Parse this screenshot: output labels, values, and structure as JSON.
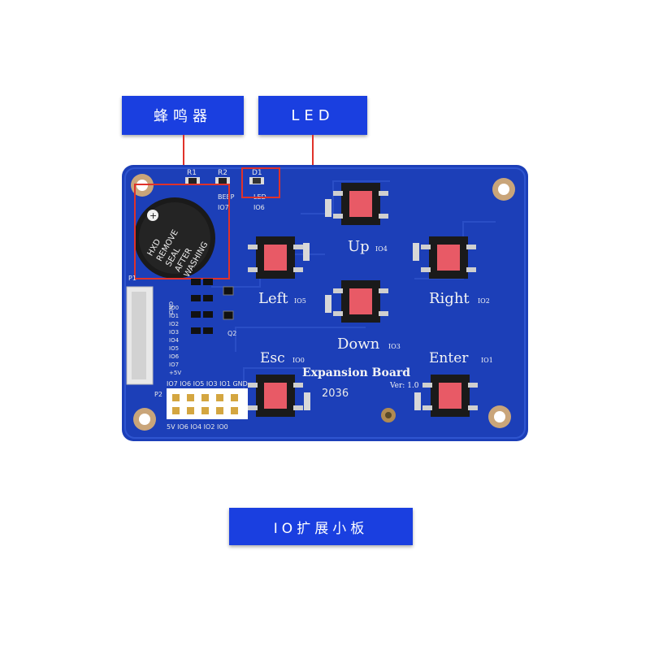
{
  "labels": {
    "buzzer": "蜂鸣器",
    "led": "LED",
    "caption": "IO扩展小板"
  },
  "board": {
    "title": "Expansion Board",
    "version": "Ver: 1.0",
    "date_code": "2036",
    "buttons": {
      "up": {
        "name": "Up",
        "io": "IO4"
      },
      "left": {
        "name": "Left",
        "io": "IO5"
      },
      "right": {
        "name": "Right",
        "io": "IO2"
      },
      "down": {
        "name": "Down",
        "io": "IO3"
      },
      "esc": {
        "name": "Esc",
        "io": "IO0"
      },
      "enter": {
        "name": "Enter",
        "io": "IO1"
      }
    },
    "components": {
      "r1": "R1",
      "r2": "R2",
      "d1": "D1",
      "beep": "BEEP",
      "beep_io": "IO7",
      "led": "LED",
      "led_io": "IO6",
      "p1": "P1",
      "p2": "P2",
      "q1": "Q1",
      "q2": "Q2"
    },
    "buzzer_sticker": [
      "HXD",
      "REMOVE",
      "SEAL",
      "AFTER",
      "WASHING"
    ],
    "buzzer_sign": "+",
    "header_top": "IO7 IO6 IO5 IO3 IO1 GND",
    "header_bottom": "5V IO6 IO4 IO2 IO0",
    "connector_pins": [
      "GND",
      "IO0",
      "IO1",
      "IO2",
      "IO3",
      "IO4",
      "IO5",
      "IO6",
      "IO7",
      "+5V"
    ]
  },
  "colors": {
    "label_bg": "#1a3fe0",
    "pcb": "#1c3fb8",
    "highlight": "#e0322a",
    "button_cap": "#e85a66"
  }
}
